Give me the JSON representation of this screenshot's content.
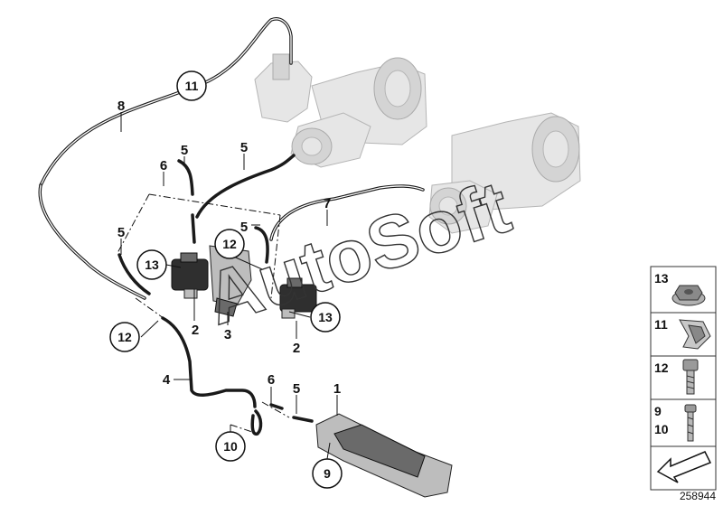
{
  "diagram_title": "",
  "document_number": "258944",
  "watermark": "AutoSoft",
  "callouts_plain": [
    {
      "id": "c8a",
      "text": "8"
    },
    {
      "id": "c6a",
      "text": "6"
    },
    {
      "id": "c5a",
      "text": "5"
    },
    {
      "id": "c5b",
      "text": "5"
    },
    {
      "id": "c5c",
      "text": "5"
    },
    {
      "id": "c5d",
      "text": "5"
    },
    {
      "id": "c7",
      "text": "7"
    },
    {
      "id": "c2a",
      "text": "2"
    },
    {
      "id": "c3",
      "text": "3"
    },
    {
      "id": "c2b",
      "text": "2"
    },
    {
      "id": "c4",
      "text": "4"
    },
    {
      "id": "c6b",
      "text": "6"
    },
    {
      "id": "c5e",
      "text": "5"
    },
    {
      "id": "c1",
      "text": "1"
    }
  ],
  "callouts_circled": [
    {
      "id": "cc11",
      "text": "11"
    },
    {
      "id": "cc13a",
      "text": "13"
    },
    {
      "id": "cc12a",
      "text": "12"
    },
    {
      "id": "cc13b",
      "text": "13"
    },
    {
      "id": "cc12b",
      "text": "12"
    },
    {
      "id": "cc10",
      "text": "10"
    },
    {
      "id": "cc9",
      "text": "9"
    }
  ],
  "legend": [
    {
      "label": "13",
      "icon": "nut-icon"
    },
    {
      "label": "11",
      "icon": "clip-icon"
    },
    {
      "label": "12",
      "icon": "bolt-icon"
    },
    {
      "label": "9\n10",
      "icon": "screw-icon"
    },
    {
      "label": "",
      "icon": "arrow-icon"
    }
  ]
}
